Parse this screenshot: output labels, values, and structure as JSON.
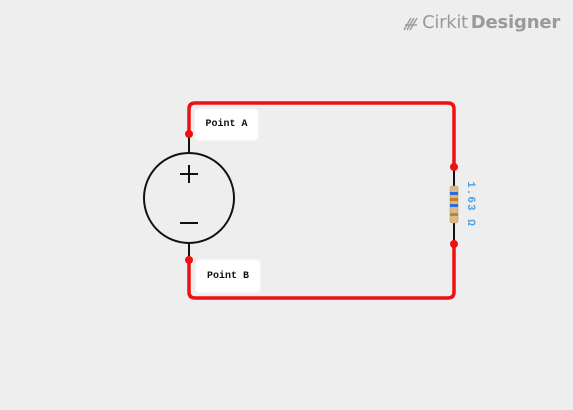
{
  "brand": {
    "name": "Cirkit",
    "product": "Designer",
    "icon": "cirkit-logo-icon",
    "color": "#9a9a9a"
  },
  "circuit": {
    "wire_color": "#ee1111",
    "node_color": "#ee1111",
    "source": {
      "type": "voltage-source",
      "plus_symbol": "+",
      "minus_symbol": "−"
    },
    "labels": {
      "point_a": "Point A",
      "point_b": "Point B"
    },
    "resistor": {
      "value_label": "1.63 Ω",
      "label_color": "#4aa3e8",
      "band_colors": [
        "#2a6fd6",
        "#d07a1a",
        "#2a6fd6",
        "#b08a3a"
      ]
    }
  }
}
